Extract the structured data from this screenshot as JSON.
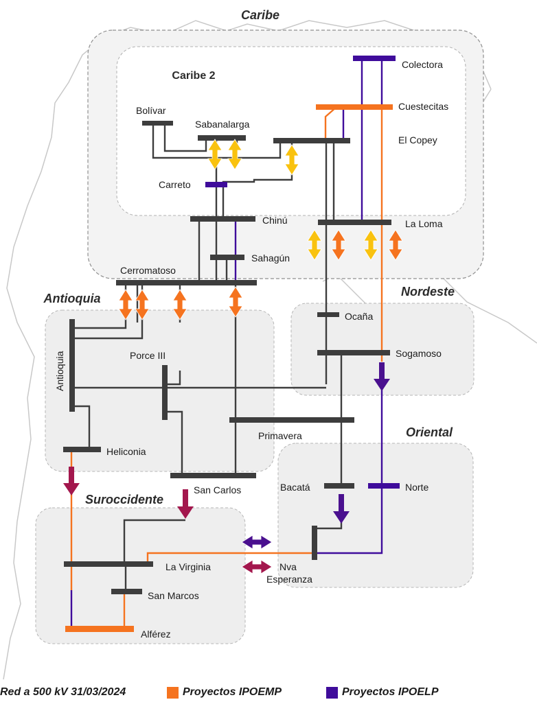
{
  "areas": {
    "caribe": "Caribe",
    "caribe2": "Caribe 2",
    "antioquia": "Antioquia",
    "nordeste": "Nordeste",
    "oriental": "Oriental",
    "suroccidente": "Suroccidente"
  },
  "substations": {
    "colectora": "Colectora",
    "cuestecitas": "Cuestecitas",
    "el_copey": "El Copey",
    "bolivar": "Bolívar",
    "sabanalarga": "Sabanalarga",
    "carreto": "Carreto",
    "chinu": "Chinú",
    "la_loma": "La Loma",
    "sahagun": "Sahagún",
    "cerromatoso": "Cerromatoso",
    "ocana": "Ocaña",
    "sogamoso": "Sogamoso",
    "antioquia": "Antioquia",
    "porce_iii": "Porce III",
    "primavera": "Primavera",
    "heliconia": "Heliconia",
    "san_carlos": "San Carlos",
    "bacata": "Bacatá",
    "norte": "Norte",
    "la_virginia": "La Virginia",
    "nva_esperanza_1": "Nva",
    "nva_esperanza_2": "Esperanza",
    "san_marcos": "San Marcos",
    "alferez": "Alférez"
  },
  "legend": {
    "existing": "Red a 500 kV 31/03/2024",
    "ipoemp": "Proyectos IPOEMP",
    "ipoelp": "Proyectos IPOELP"
  },
  "colors": {
    "existing": "#3d3d3d",
    "ipoemp": "#f5731f",
    "ipoelp": "#3f0c9b",
    "arrow_orange": "#f5731f",
    "arrow_yellow": "#f9c20f",
    "arrow_purple": "#4a108f",
    "arrow_crimson": "#a3174d",
    "area_fill": "#efefef",
    "area_border": "#9a9a9a"
  }
}
